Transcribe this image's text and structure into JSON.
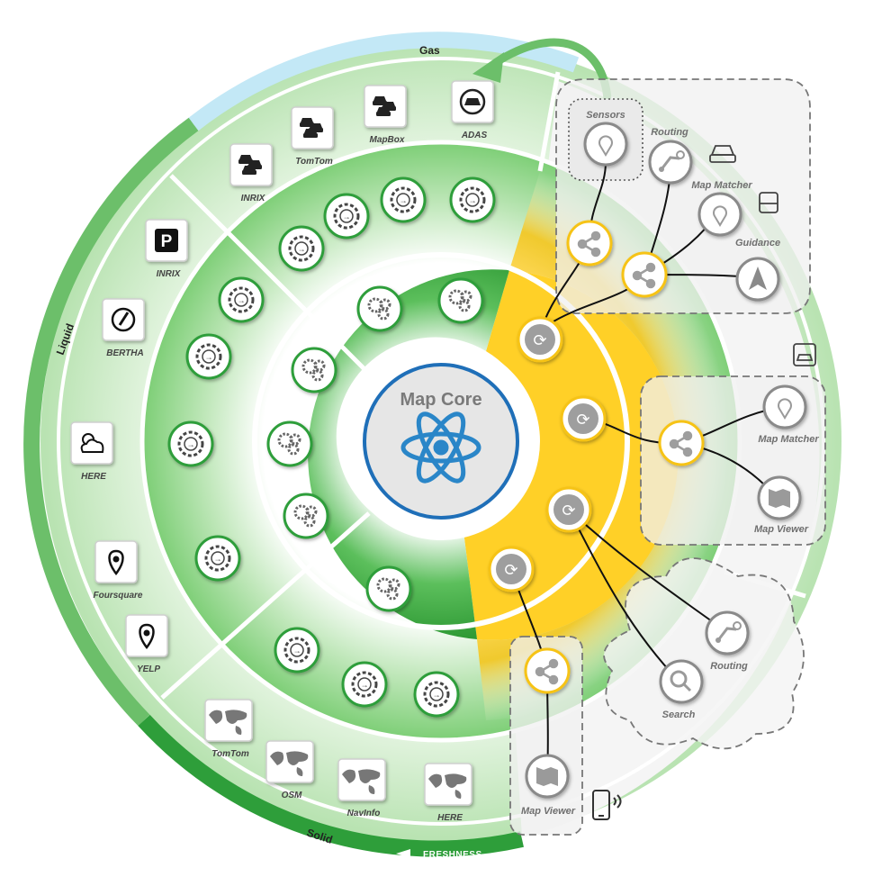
{
  "bands": {
    "gas": "Gas",
    "liquid": "Liquid",
    "solid": "Solid",
    "freshness": "FRESHNESS"
  },
  "core": {
    "title": "Map Core",
    "icon": "atom-icon"
  },
  "colors": {
    "green_dark": "#2e9e3a",
    "green_light": "#cfeccb",
    "yellow": "#f6c312",
    "blue_core": "#1f6fb8",
    "gas_band": "#bfe6f5",
    "gray_panel": "#f2f2f2"
  },
  "sources": {
    "gas": [
      {
        "label": "INRIX",
        "icon": "traffic-cars-icon"
      },
      {
        "label": "TomTom",
        "icon": "traffic-cars-icon"
      },
      {
        "label": "MapBox",
        "icon": "traffic-cars-icon"
      },
      {
        "label": "ADAS",
        "icon": "car-front-icon"
      }
    ],
    "liquid": [
      {
        "label": "INRIX",
        "icon": "parking-icon"
      },
      {
        "label": "BERTHA",
        "icon": "fuel-icon"
      },
      {
        "label": "HERE",
        "icon": "weather-icon"
      },
      {
        "label": "Foursquare",
        "icon": "location-pin-icon"
      },
      {
        "label": "YELP",
        "icon": "location-pin-icon"
      }
    ],
    "solid": [
      {
        "label": "TomTom",
        "icon": "world-map-icon"
      },
      {
        "label": "OSM",
        "icon": "world-map-icon"
      },
      {
        "label": "NavInfo",
        "icon": "world-map-icon"
      },
      {
        "label": "HERE",
        "icon": "world-map-icon"
      }
    ]
  },
  "services": {
    "vehicle_top": {
      "sensors": "Sensors",
      "routing": "Routing",
      "map_matcher": "Map Matcher",
      "guidance": "Guidance"
    },
    "vehicle_right": {
      "map_matcher": "Map Matcher",
      "map_viewer": "Map Viewer"
    },
    "cloud": {
      "routing": "Routing",
      "search": "Search"
    },
    "mobile": {
      "map_viewer": "Map Viewer"
    }
  }
}
